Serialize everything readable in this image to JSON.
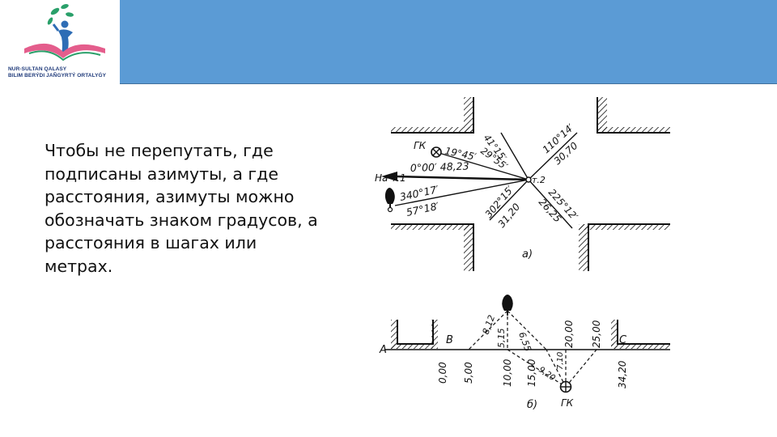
{
  "logo": {
    "line1": "NUR-SULTAN QALASY",
    "line2": "BILIM BERÝDI JAÑGYRTÝ ORTALYǴY",
    "colors": {
      "figure": "#2e6db5",
      "leaves": "#2aa06a",
      "book": "#e45d8c"
    }
  },
  "header": {
    "color": "#5b9bd5"
  },
  "slide": {
    "text": "Чтобы не перепутать, где подписаны азимуты, а где расстояния, азимуты можно обозначать знаком градусов, а расстояния в шагах или метрах."
  },
  "diagram_a": {
    "caption": "а)",
    "labels": {
      "gk": "ГК",
      "nat1": "На т.1",
      "t2": "т.2",
      "az_41": "41°15′",
      "az_29": "29°55′",
      "az_19": "19°45′",
      "az_0": "0°00′ 48,23",
      "az_340": "340°17′",
      "d_57": "57°18′",
      "az_302": "302°15′",
      "d_31": "31,20",
      "az_110": "110°14′",
      "d_30": "30,70",
      "az_225": "225°12′",
      "d_26": "26,25"
    }
  },
  "diagram_b": {
    "caption": "б)",
    "labels": {
      "A": "А",
      "B": "В",
      "C": "С",
      "gk": "ГК",
      "d812": "8,12",
      "d515": "5,15",
      "d655": "6,55",
      "d710": "7,10",
      "d920": "9,20",
      "top2000": "20,00",
      "top2500": "25,00",
      "b000": "0,00",
      "b500": "5,00",
      "b1000": "10,00",
      "b1500": "15,00",
      "b3420": "34,20"
    }
  }
}
